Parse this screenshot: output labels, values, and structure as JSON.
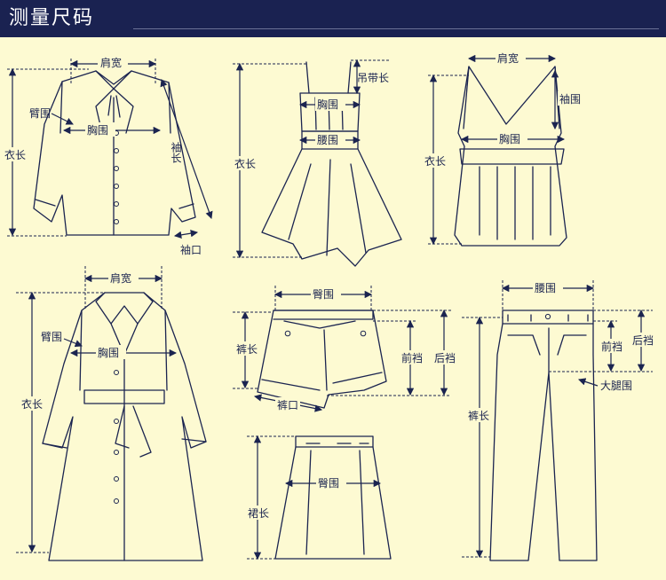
{
  "header": {
    "title": "测量尺码"
  },
  "labels": {
    "shoulder": "肩宽",
    "arm": "臂围",
    "chest": "胸围",
    "sleeve_len": "袖长",
    "body_len": "衣长",
    "cuff": "袖口",
    "strap_len": "吊带长",
    "waist": "腰围",
    "armhole": "袖围",
    "hip": "臀围",
    "pants_len": "裤长",
    "front_rise": "前裆",
    "back_rise": "后裆",
    "hem": "裤口",
    "thigh": "大腿围",
    "skirt_len": "裙长"
  },
  "colors": {
    "background": "#fdfad2",
    "header": "#1a2251",
    "ink": "#1b2450"
  }
}
